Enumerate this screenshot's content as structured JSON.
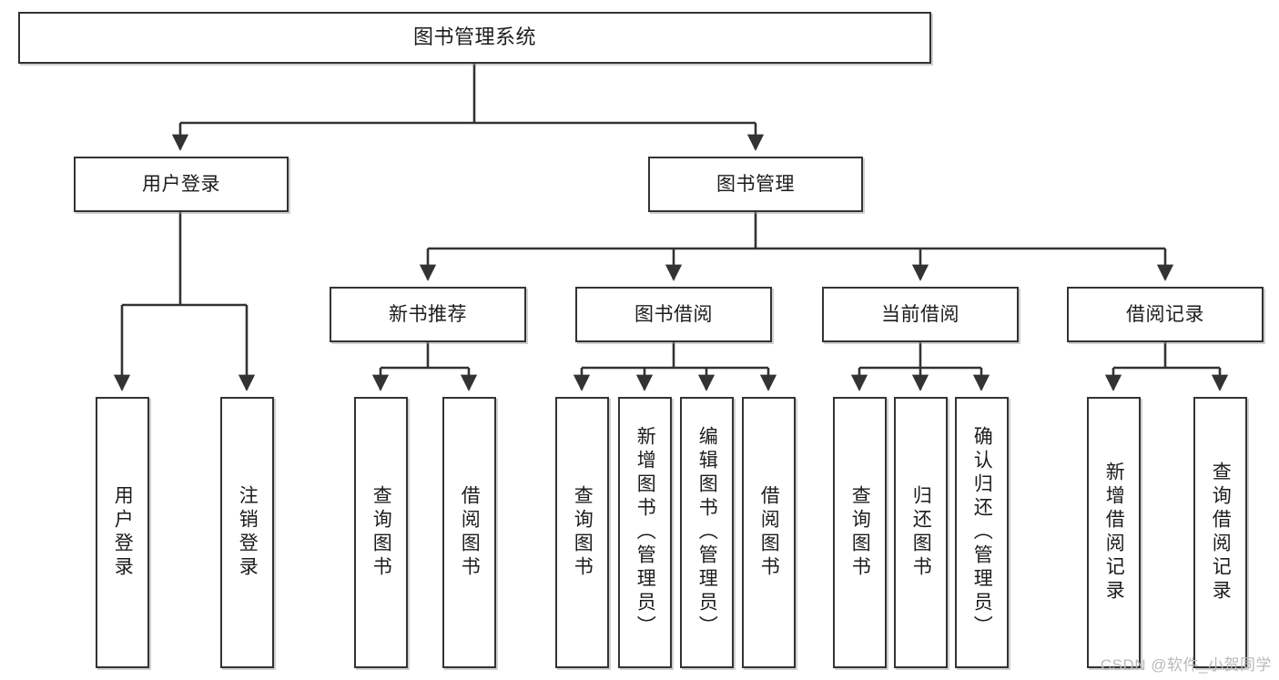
{
  "diagram": {
    "type": "tree",
    "title": "图书管理系统",
    "watermark": "CSDN @软件_小贺同学",
    "accent_color": "#333333",
    "background_color": "#ffffff",
    "nodes": {
      "root": {
        "label": "图书管理系统"
      },
      "login": {
        "label": "用户登录"
      },
      "bookmgmt": {
        "label": "图书管理"
      },
      "newbook": {
        "label": "新书推荐"
      },
      "borrow": {
        "label": "图书借阅"
      },
      "current": {
        "label": "当前借阅"
      },
      "records": {
        "label": "借阅记录"
      },
      "leaf1": {
        "label": "用户登录"
      },
      "leaf2": {
        "label": "注销登录"
      },
      "leaf3": {
        "label": "查询图书"
      },
      "leaf4": {
        "label": "借阅图书"
      },
      "leaf5": {
        "label": "查询图书"
      },
      "leaf6": {
        "label": "新增图书（管理员）"
      },
      "leaf7": {
        "label": "编辑图书（管理员）"
      },
      "leaf8": {
        "label": "借阅图书"
      },
      "leaf9": {
        "label": "查询图书"
      },
      "leaf10": {
        "label": "归还图书"
      },
      "leaf11": {
        "label": "确认归还（管理员）"
      },
      "leaf12": {
        "label": "新增借阅记录"
      },
      "leaf13": {
        "label": "查询借阅记录"
      }
    },
    "hierarchy": {
      "图书管理系统": {
        "用户登录": [
          "用户登录",
          "注销登录"
        ],
        "图书管理": {
          "新书推荐": [
            "查询图书",
            "借阅图书"
          ],
          "图书借阅": [
            "查询图书",
            "新增图书（管理员）",
            "编辑图书（管理员）",
            "借阅图书"
          ],
          "当前借阅": [
            "查询图书",
            "归还图书",
            "确认归还（管理员）"
          ],
          "借阅记录": [
            "新增借阅记录",
            "查询借阅记录"
          ]
        }
      }
    }
  }
}
